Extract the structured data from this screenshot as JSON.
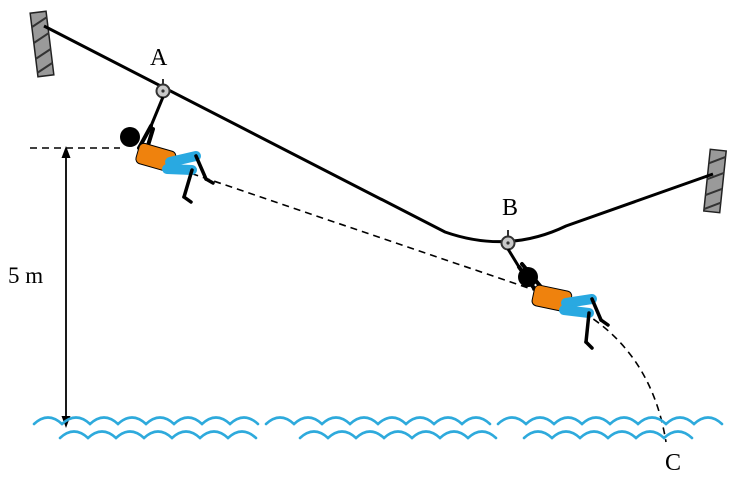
{
  "diagram": {
    "labels": {
      "point_a": "A",
      "point_b": "B",
      "point_c": "C",
      "height": "5 m"
    }
  },
  "colors": {
    "cable": "#000000",
    "shirt": "#ef820d",
    "pants": "#29a9e1",
    "water": "#2eaadc",
    "pole": "#9a9a9a",
    "pulley": "#c9c9c9"
  }
}
